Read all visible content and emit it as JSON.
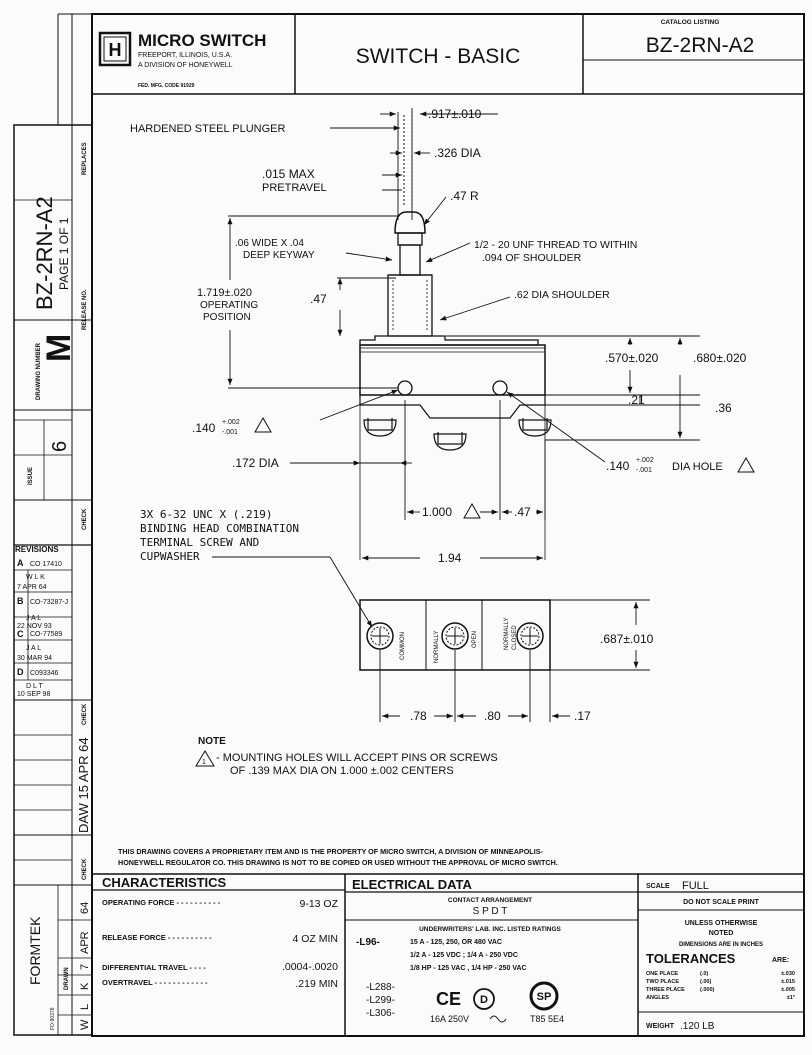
{
  "header": {
    "logo_letter": "H",
    "company": "MICRO SWITCH",
    "company_address": "FREEPORT, ILLINOIS, U.S.A.",
    "company_division": "A DIVISION OF HONEYWELL",
    "fed_code": "FED. MFG. CODE 91929",
    "title": "SWITCH - BASIC",
    "catalog_label": "CATALOG LISTING",
    "catalog_number": "BZ-2RN-A2"
  },
  "sidebar": {
    "replaces_label": "REPLACES",
    "part_number": "BZ-2RN-A2",
    "page_info": "PAGE 1 OF 1",
    "release_label": "RELEASE NO.",
    "drawing_number_label": "DRAWING NUMBER",
    "drawing_letter": "M",
    "issue_label": "ISSUE",
    "issue_number": "6",
    "check_label": "CHECK",
    "revisions_label": "REVISIONS",
    "revisions": [
      {
        "letter": "A",
        "co": "CO 17410",
        "by": "W L K",
        "date": "7 APR 64"
      },
      {
        "letter": "B",
        "co": "CO-73287-J",
        "by": "J A L",
        "date": "22 NOV 93"
      },
      {
        "letter": "C",
        "co": "CO-77589",
        "by": "J A L",
        "date": "30 MAR 94"
      },
      {
        "letter": "D",
        "co": "C093346",
        "by": "D L T",
        "date": "10 SEP 98"
      }
    ],
    "check_label2": "CHECK",
    "signoff": "DAW 15 APR 64",
    "check_label3": "CHECK",
    "formtek": "FORMTEK",
    "form_number": "FO-90378",
    "drawn_label": "DRAWN",
    "drawn_info": "W L K 7 APR 64"
  },
  "drawing": {
    "plunger": "HARDENED STEEL PLUNGER",
    "dim_917": ".917±.010",
    "dim_326": ".326 DIA",
    "pretravel_1": ".015 MAX",
    "pretravel_2": "PRETRAVEL",
    "dim_47r": ".47 R",
    "keyway_1": ".06 WIDE X .04",
    "keyway_2": "DEEP KEYWAY",
    "thread_1": "1/2 - 20 UNF THREAD TO WITHIN",
    "thread_2": ".094 OF SHOULDER",
    "op_pos_1": "1.719±.020",
    "op_pos_2": "OPERATING",
    "op_pos_3": "POSITION",
    "dim_47": ".47",
    "shoulder": ".62 DIA SHOULDER",
    "dim_570": ".570±.020",
    "dim_680": ".680±.020",
    "dim_21": ".21",
    "dim_36": ".36",
    "hole_left": ".140",
    "tol_plus": "+.002",
    "tol_minus": "-.001",
    "hole_right": ".140",
    "dia_hole": "DIA HOLE",
    "dim_172": ".172 DIA",
    "dim_1000": "1.000",
    "dim_47b": ".47",
    "screw_1": "3X 6-32 UNC X (.219)",
    "screw_2": "BINDING HEAD COMBINATION",
    "screw_3": "TERMINAL SCREW AND",
    "screw_4": "CUPWASHER",
    "dim_194": "1.94",
    "term_common": "COMMON",
    "term_no_1": "NORMALLY",
    "term_no_2": "OPEN",
    "term_nc_1": "NORMALLY",
    "term_nc_2": "CLOSED",
    "dim_687": ".687±.010",
    "dim_78": ".78",
    "dim_80": ".80",
    "dim_17": ".17",
    "note_label": "NOTE",
    "note_num": "1",
    "note_1": "- MOUNTING HOLES WILL ACCEPT PINS OR SCREWS",
    "note_2": "OF .139 MAX DIA ON 1.000 ±.002 CENTERS"
  },
  "proprietary": {
    "line1": "THIS DRAWING COVERS A PROPRIETARY ITEM AND IS THE PROPERTY OF MICRO SWITCH, A DIVISION OF MINNEAPOLIS-",
    "line2": "HONEYWELL REGULATOR CO. THIS DRAWING IS NOT TO BE COPIED OR USED WITHOUT THE APPROVAL OF MICRO SWITCH."
  },
  "characteristics": {
    "title": "CHARACTERISTICS",
    "rows": [
      {
        "label": "OPERATING FORCE - - - - - - - - - -",
        "value": "9-13 OZ"
      },
      {
        "label": "RELEASE FORCE - - - - - - - - - -",
        "value": "4 OZ MIN"
      },
      {
        "label": "DIFFERENTIAL TRAVEL - - - -",
        "value": ".0004-.0020"
      },
      {
        "label": "OVERTRAVEL - - - - - - - - - - - -",
        "value": ".219 MIN"
      }
    ]
  },
  "electrical": {
    "title": "ELECTRICAL DATA",
    "contact_label": "CONTACT ARRANGEMENT",
    "contact_value": "S P D T",
    "ul_label": "UNDERWRITERS' LAB. INC. LISTED RATINGS",
    "code_l96": "-L96-",
    "ratings": [
      "15 A - 125, 250, OR 480 VAC",
      "1/2 A - 125 VDC ; 1/4 A - 250 VDC",
      "1/8 HP - 125 VAC , 1/4 HP - 250 VAC"
    ],
    "codes": [
      "-L288-",
      "-L299-",
      "-L306-"
    ],
    "ce_mark": "CE",
    "d_mark": "D",
    "csa_mark": "SP",
    "rating_line": "16A 250V",
    "t_rating": "T85 5E4"
  },
  "right_block": {
    "scale_label": "SCALE",
    "scale_value": "FULL",
    "do_not_scale": "DO NOT SCALE PRINT",
    "unless_1": "UNLESS OTHERWISE",
    "unless_2": "NOTED",
    "dims_inches": "DIMENSIONS ARE IN INCHES",
    "tol_title": "TOLERANCES",
    "tol_are": "ARE:",
    "tolerances": [
      {
        "label": "ONE PLACE",
        "digits": "(.0)",
        "value": "±.030"
      },
      {
        "label": "TWO PLACE",
        "digits": "(.00)",
        "value": "±.015"
      },
      {
        "label": "THREE PLACE",
        "digits": "(.000)",
        "value": "±.005"
      },
      {
        "label": "ANGLES",
        "digits": "",
        "value": "±1°"
      }
    ],
    "weight_label": "WEIGHT",
    "weight_value": ".120 LB"
  },
  "bottom_strip": {
    "col_64": "64",
    "col_apr": "APR",
    "col_7": "7",
    "col_k": "K",
    "col_l": "L",
    "col_w": "W"
  }
}
